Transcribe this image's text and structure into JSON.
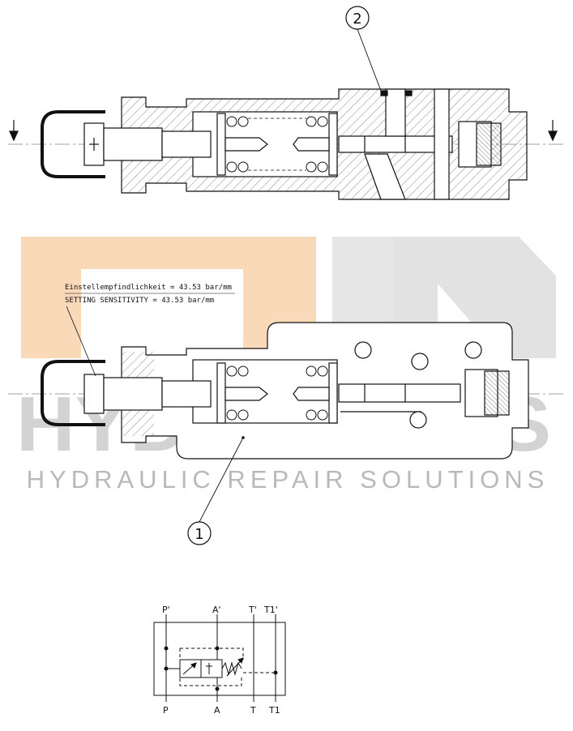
{
  "watermark": {
    "brand": "HYDRAULICS",
    "tagline": "HYDRAULIC REPAIR SOLUTIONS",
    "colors": {
      "orange": "#f9d9b8",
      "gray": "#cfcfcf",
      "tagline": "#b9b9b9"
    }
  },
  "callouts": {
    "part_1": "1",
    "part_2": "2",
    "sensitivity_de": "Einstellempfindlichkeit = 43.53 bar/mm",
    "sensitivity_en": "SETTING SENSITIVITY = 43.53 bar/mm"
  },
  "schematic": {
    "top_ports": [
      "P'",
      "A'",
      "T'",
      "T1'"
    ],
    "bottom_ports": [
      "P",
      "A",
      "T",
      "T1"
    ]
  },
  "colors": {
    "line": "#111111",
    "hatch": "#444444"
  }
}
